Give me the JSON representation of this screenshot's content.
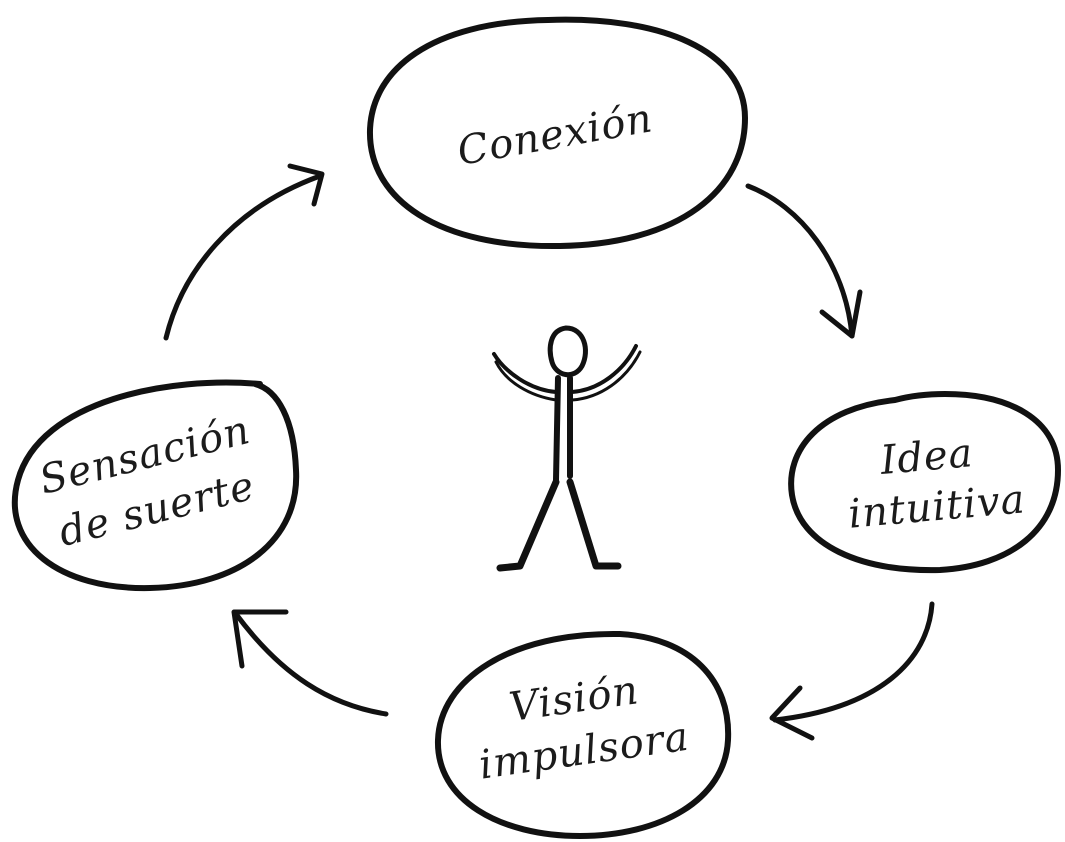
{
  "colors": {
    "ink": "#111111",
    "paper": "#ffffff"
  },
  "nodes": {
    "conexion": {
      "label": "Conexión"
    },
    "idea": {
      "line1": "Idea",
      "line2": "intuitiva"
    },
    "vision": {
      "line1": "Visión",
      "line2": "impulsora"
    },
    "suerte": {
      "line1": "Sensación",
      "line2": "de suerte"
    }
  },
  "center_figure": "stick-figure-arms-raised"
}
